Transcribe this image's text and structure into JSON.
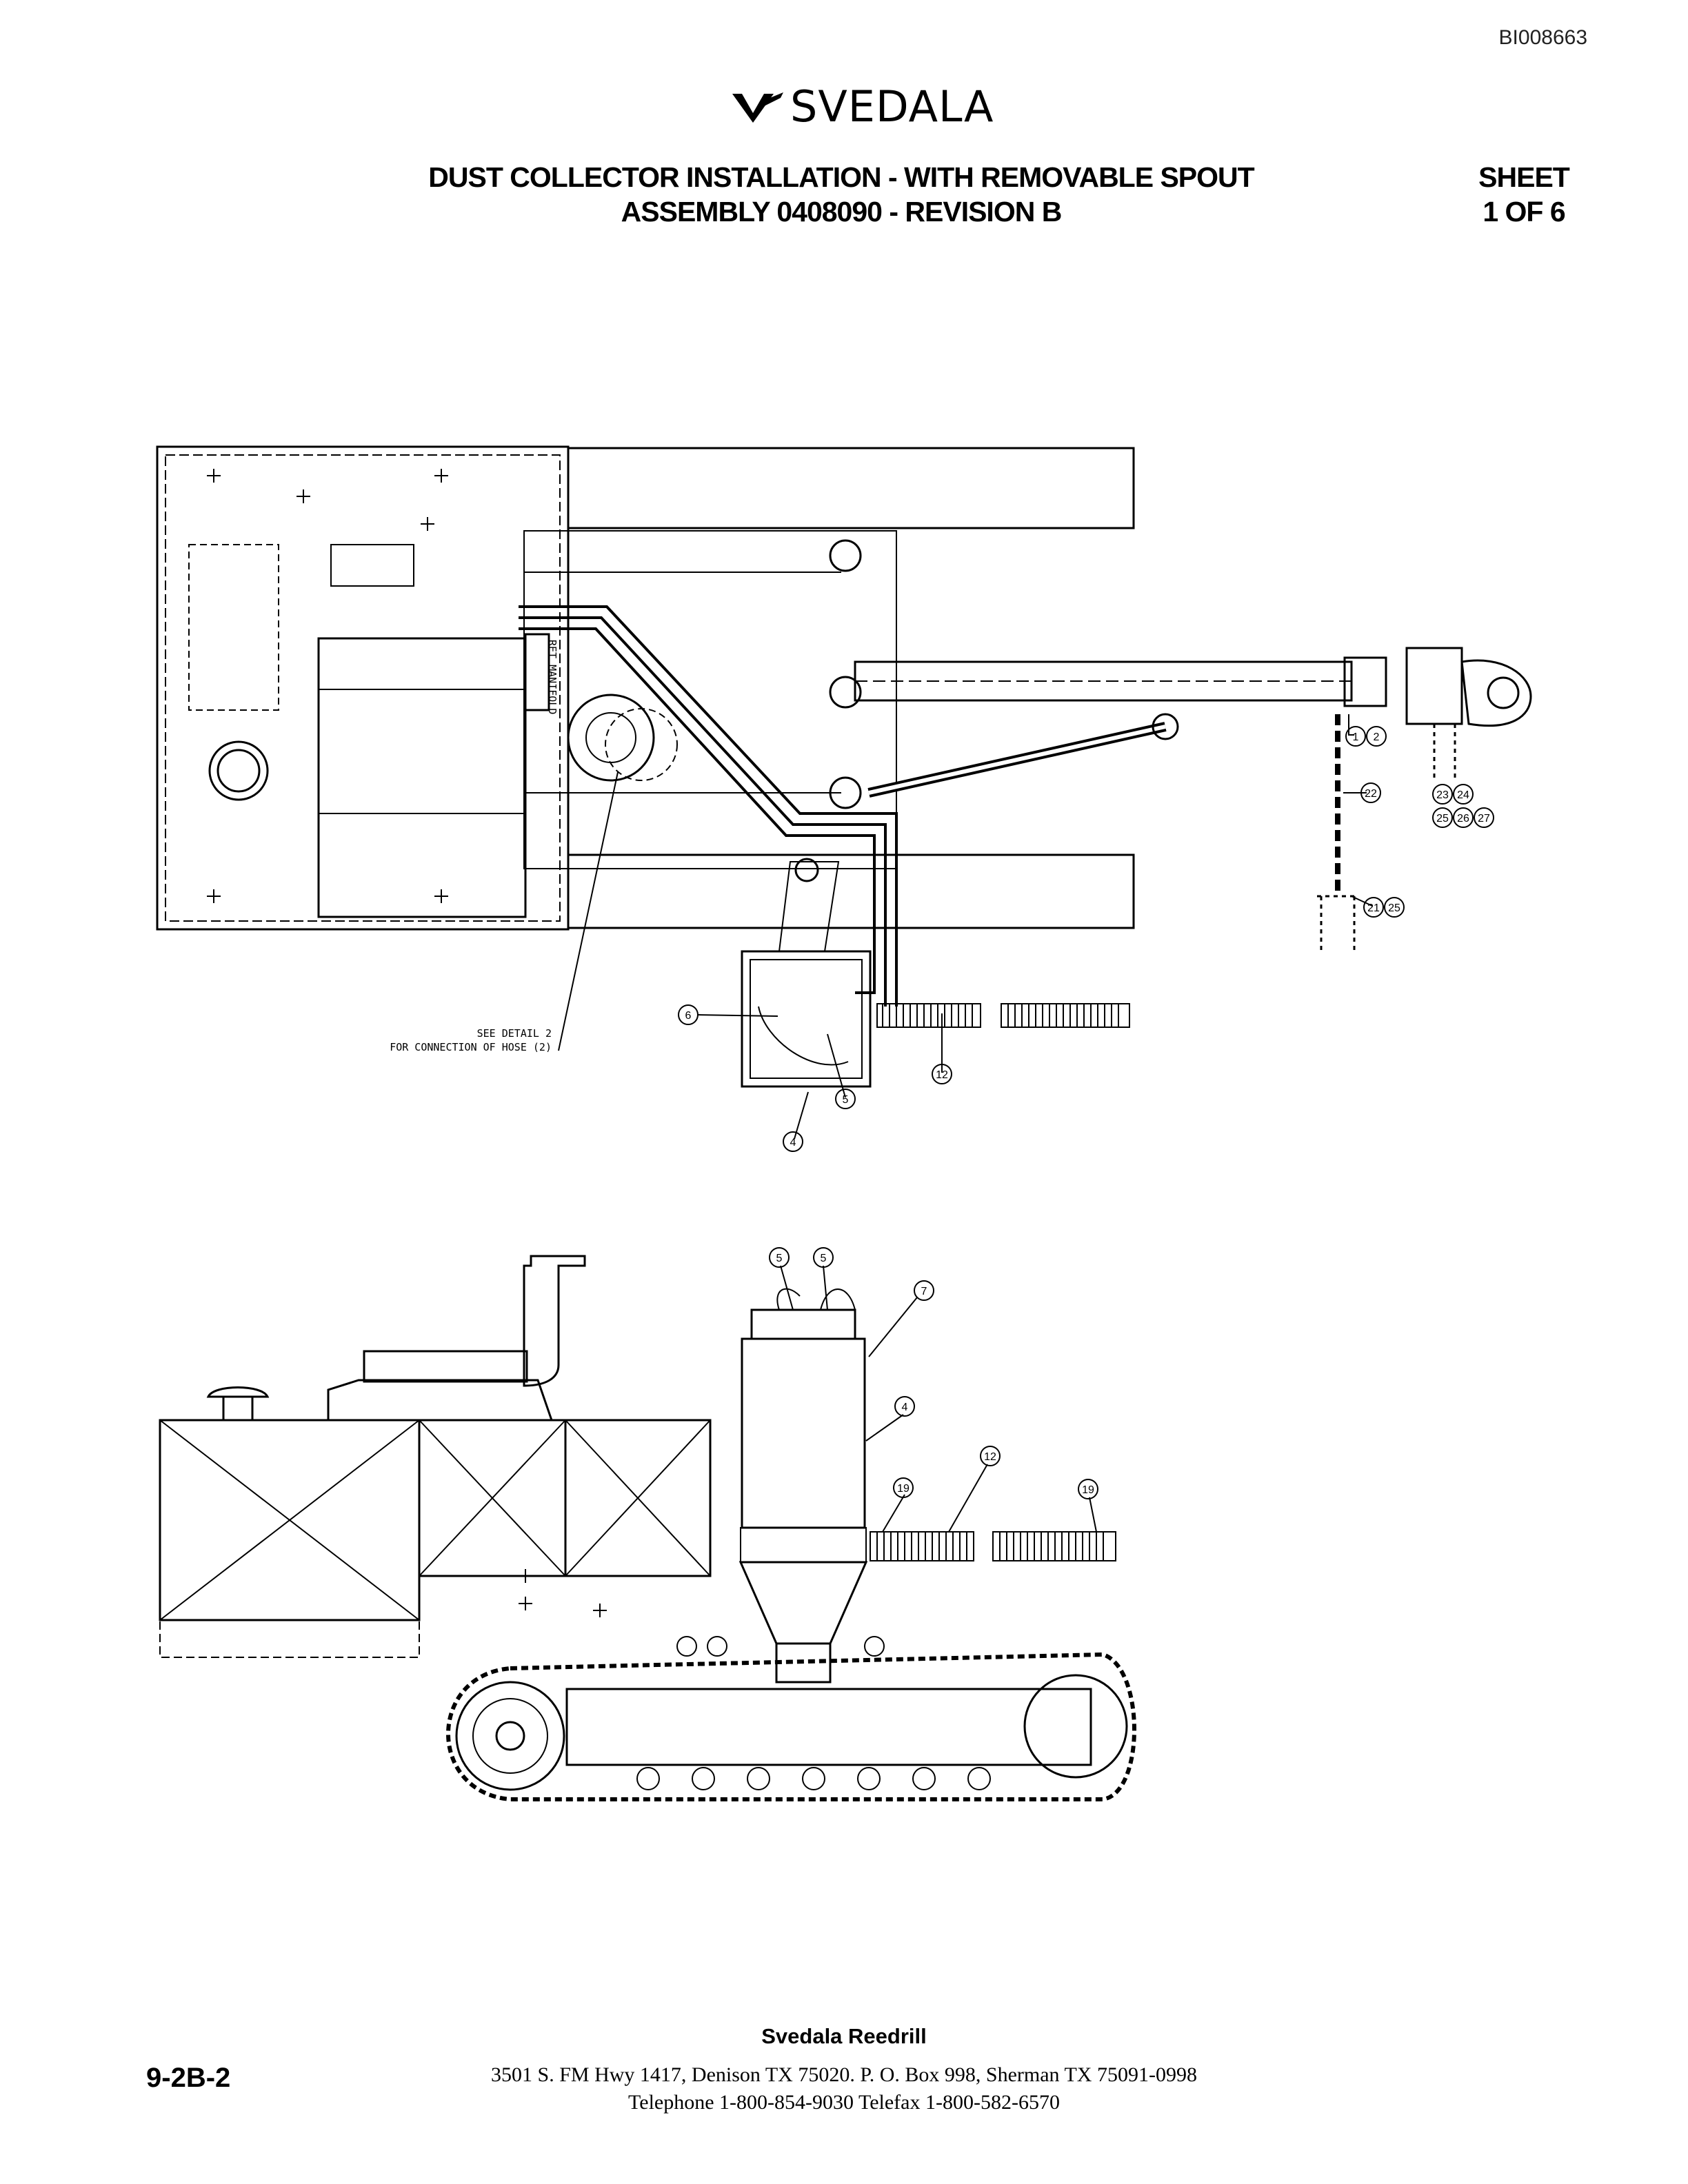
{
  "document_id": "BI008663",
  "brand": {
    "name": "SVEDALA"
  },
  "header": {
    "title_line1": "DUST COLLECTOR INSTALLATION - WITH REMOVABLE SPOUT",
    "title_line2": "ASSEMBLY 0408090 - REVISION B",
    "sheet_label": "SHEET",
    "sheet_value": "1 OF 6"
  },
  "top_view": {
    "manifold_label": "RET MANIFOLD",
    "callout_line1": "SEE DETAIL 2",
    "callout_line2": "FOR CONNECTION OF HOSE (2)",
    "balloons": [
      "1",
      "2",
      "22",
      "23",
      "24",
      "25",
      "26",
      "27",
      "21",
      "25",
      "6",
      "12",
      "5",
      "4"
    ]
  },
  "side_view": {
    "balloons": [
      "5",
      "5",
      "7",
      "4",
      "12",
      "19",
      "19"
    ]
  },
  "footer": {
    "company": "Svedala Reedrill",
    "address_line1": "3501 S. FM Hwy 1417, Denison TX  75020.   P. O. Box 998, Sherman TX  75091-0998",
    "address_line2": "Telephone 1-800-854-9030 Telefax 1-800-582-6570",
    "page_number": "9-2B-2"
  }
}
